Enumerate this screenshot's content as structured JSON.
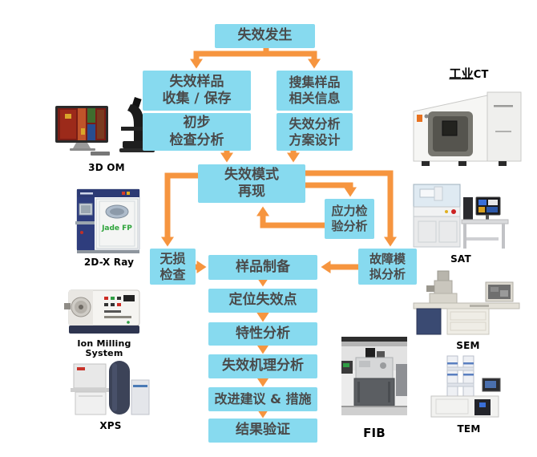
{
  "colors": {
    "box_fill": "#87DAEF",
    "box_text": "#4A4A4A",
    "arrow_orange": "#F6953F",
    "label_color": "#000000",
    "jade_fp_green": "#2FA43C"
  },
  "flowchart": {
    "boxes": [
      {
        "id": "failure-occurs",
        "text": "失效发生"
      },
      {
        "id": "failure-sample-collection",
        "text": "失效样品\n收集 / 保存"
      },
      {
        "id": "initial-inspection-analysis",
        "text": "初步\n检查分析"
      },
      {
        "id": "gather-sample-info",
        "text": "搜集样品\n相关信息"
      },
      {
        "id": "failure-analysis-plan-design",
        "text": "失效分析\n方案设计"
      },
      {
        "id": "failure-mode-reproduction",
        "text": "失效模式\n再现"
      },
      {
        "id": "stress-test-analysis",
        "text": "应力检\n验分析"
      },
      {
        "id": "nondestructive-inspection",
        "text": "无损\n检查"
      },
      {
        "id": "sample-preparation",
        "text": "样品制备"
      },
      {
        "id": "fault-simulation-analysis",
        "text": "故障模\n拟分析"
      },
      {
        "id": "locate-failure-point",
        "text": "定位失效点"
      },
      {
        "id": "characteristic-analysis",
        "text": "特性分析"
      },
      {
        "id": "failure-mechanism-analysis",
        "text": "失效机理分析"
      },
      {
        "id": "improvement-suggestions",
        "text": "改进建议 & 措施"
      },
      {
        "id": "result-verification",
        "text": "结果验证"
      }
    ]
  },
  "equipment": {
    "left": [
      {
        "label": "3D OM"
      },
      {
        "label": "2D-X Ray",
        "machine_text": "Jade FP"
      },
      {
        "label": "Ion Milling System"
      },
      {
        "label": "XPS"
      }
    ],
    "right": [
      {
        "label_underlined": "工业",
        "label_rest": "CT"
      },
      {
        "label": "SAT"
      },
      {
        "label": "SEM"
      },
      {
        "label": "TEM"
      }
    ],
    "bottom": [
      {
        "label": "FIB"
      }
    ]
  }
}
